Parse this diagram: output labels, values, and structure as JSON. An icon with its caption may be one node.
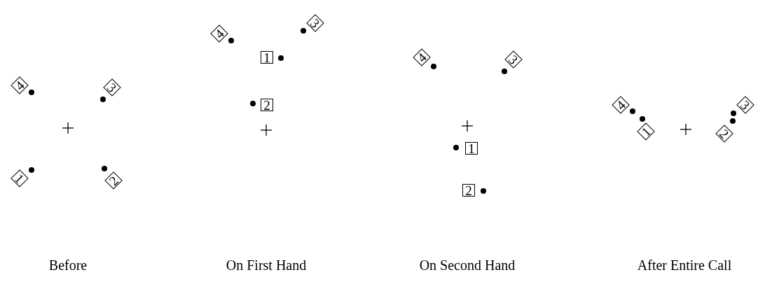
{
  "diagram": {
    "nodes": [
      {
        "text": [
          "4"
        ]
      },
      {
        "text": [
          "3"
        ]
      },
      {
        "text": [
          "1"
        ]
      },
      {
        "text": [
          "2"
        ]
      },
      {
        "text": [
          "4"
        ]
      },
      {
        "text": [
          "3"
        ]
      },
      {
        "text": [
          "1"
        ]
      },
      {
        "text": [
          "2"
        ]
      },
      {
        "text": [
          "4"
        ]
      },
      {
        "text": [
          "3"
        ]
      },
      {
        "text": [
          "1"
        ]
      },
      {
        "text": [
          "2"
        ]
      },
      {
        "text": [
          "4"
        ]
      },
      {
        "text": [
          "1"
        ]
      },
      {
        "text": [
          "2"
        ]
      },
      {
        "text": [
          "3"
        ]
      }
    ],
    "labels": [
      "Before",
      "On First Hand",
      "On Second Hand",
      "After Entire Call"
    ]
  }
}
